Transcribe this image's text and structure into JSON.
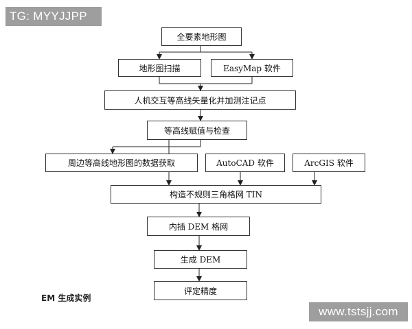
{
  "watermarks": {
    "top": "TG: MYYJJPP",
    "bottom": "www.tstsjj.com"
  },
  "flowchart": {
    "all_elements_map": "全要素地形图",
    "scan_map": "地形图扫描",
    "easymap_software": "EasyMap 软件",
    "interactive_vectorization": "人机交互等高线矢量化并加测注记点",
    "contour_assignment_check": "等高线赋值与检查",
    "surrounding_data_acquisition": "周边等高线地形图的数据获取",
    "autocad_software": "AutoCAD 软件",
    "arcgis_software": "ArcGIS 软件",
    "construct_tin": "构造不规则三角格网 TIN",
    "interpolate_dem": "内插 DEM 格网",
    "generate_dem": "生成 DEM",
    "evaluate_accuracy": "评定精度"
  },
  "caption": "EM 生成实例"
}
